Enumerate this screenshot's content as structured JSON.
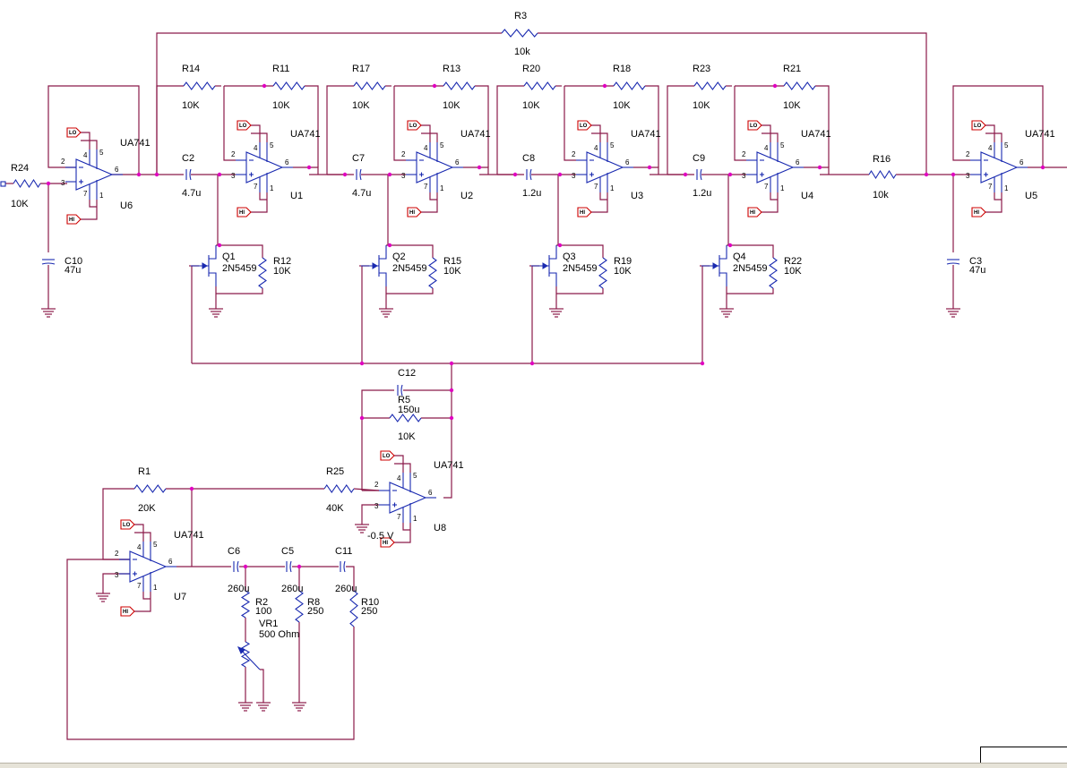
{
  "amps": [
    {
      "ref": "U6",
      "model": "UA741"
    },
    {
      "ref": "U1",
      "model": "UA741"
    },
    {
      "ref": "U2",
      "model": "UA741"
    },
    {
      "ref": "U3",
      "model": "UA741"
    },
    {
      "ref": "U4",
      "model": "UA741"
    },
    {
      "ref": "U5",
      "model": "UA741"
    },
    {
      "ref": "U8",
      "model": "UA741"
    },
    {
      "ref": "U7",
      "model": "UA741"
    }
  ],
  "resistors": [
    {
      "ref": "R3",
      "value": "10k"
    },
    {
      "ref": "R24",
      "value": "10K"
    },
    {
      "ref": "R14",
      "value": "10K"
    },
    {
      "ref": "R11",
      "value": "10K"
    },
    {
      "ref": "R17",
      "value": "10K"
    },
    {
      "ref": "R13",
      "value": "10K"
    },
    {
      "ref": "R20",
      "value": "10K"
    },
    {
      "ref": "R18",
      "value": "10K"
    },
    {
      "ref": "R23",
      "value": "10K"
    },
    {
      "ref": "R21",
      "value": "10K"
    },
    {
      "ref": "R16",
      "value": "10k"
    },
    {
      "ref": "R12",
      "value": "10K"
    },
    {
      "ref": "R15",
      "value": "10K"
    },
    {
      "ref": "R19",
      "value": "10K"
    },
    {
      "ref": "R22",
      "value": "10K"
    },
    {
      "ref": "R5",
      "value": "10K"
    },
    {
      "ref": "R1",
      "value": "20K"
    },
    {
      "ref": "R25",
      "value": "40K"
    },
    {
      "ref": "R2",
      "value": "100"
    },
    {
      "ref": "R8",
      "value": "250"
    },
    {
      "ref": "R10",
      "value": "250"
    }
  ],
  "capacitors": [
    {
      "ref": "C2",
      "value": "4.7u"
    },
    {
      "ref": "C7",
      "value": "4.7u"
    },
    {
      "ref": "C8",
      "value": "1.2u"
    },
    {
      "ref": "C9",
      "value": "1.2u"
    },
    {
      "ref": "C10",
      "value": "47u"
    },
    {
      "ref": "C3",
      "value": "47u"
    },
    {
      "ref": "C12",
      "value": "150u"
    },
    {
      "ref": "C6",
      "value": "260u"
    },
    {
      "ref": "C5",
      "value": "260u"
    },
    {
      "ref": "C11",
      "value": "260u"
    }
  ],
  "transistors": [
    {
      "ref": "Q1",
      "model": "2N5459"
    },
    {
      "ref": "Q2",
      "model": "2N5459"
    },
    {
      "ref": "Q3",
      "model": "2N5459"
    },
    {
      "ref": "Q4",
      "model": "2N5459"
    }
  ],
  "pot": {
    "ref": "VR1",
    "value": "500 Ohm"
  },
  "bias": {
    "value": "-0.5 V"
  },
  "port_labels": {
    "lo": "LO",
    "hi": "HI"
  },
  "pins": {
    "p2": "2",
    "p3": "3",
    "p4": "4",
    "p5": "5",
    "p6": "6",
    "p7": "7",
    "p1": "1"
  },
  "colors": {
    "wire": "#8b1a4a",
    "part": "#1a2ab0",
    "port": "#cc0000",
    "junction": "#e000c0"
  }
}
